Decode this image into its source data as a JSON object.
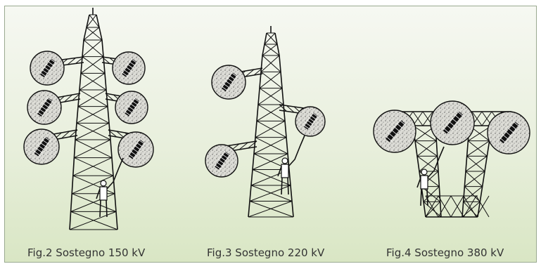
{
  "captions": [
    "Fig.2 Sostegno 150 kV",
    "Fig.3 Sostegno 220 kV",
    "Fig.4 Sostegno 380 kV"
  ],
  "colors": {
    "ink": "#111111",
    "frame": "#9aaa90",
    "sphere_fill": "#d8d8d4",
    "background_top": "#f6f8f2",
    "background_bottom": "#d9e6c4"
  },
  "icon_names": [
    "transmission-tower",
    "worker",
    "insulator-string",
    "clearance-circle"
  ]
}
